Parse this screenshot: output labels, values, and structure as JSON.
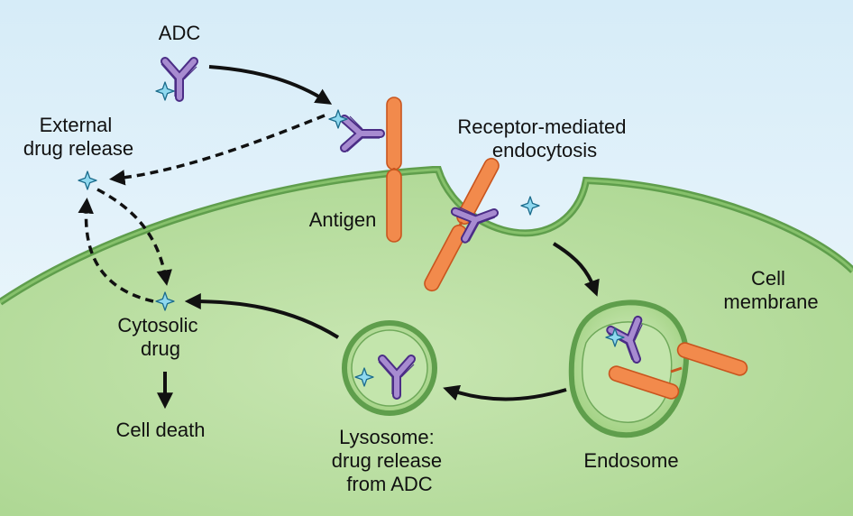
{
  "labels": {
    "adc": "ADC",
    "external_drug_release": [
      "External",
      "drug release"
    ],
    "receptor_mediated_endocytosis": [
      "Receptor-mediated",
      "endocytosis"
    ],
    "antigen": "Antigen",
    "cell_membrane": [
      "Cell",
      "membrane"
    ],
    "cytosolic_drug": [
      "Cytosolic",
      "drug"
    ],
    "cell_death": "Cell death",
    "lysosome": [
      "Lysosome:",
      "drug release",
      "from ADC"
    ],
    "endosome": "Endosome"
  },
  "colors": {
    "background_top": "#d6ecf8",
    "background_bottom": "#f4fafd",
    "cytoplasm": "#a9d58e",
    "cytoplasm_light": "#c8e6b2",
    "membrane": "#5f9e4c",
    "antibody_fill": "#a78bd0",
    "antibody_stroke": "#4b2d86",
    "antigen_fill": "#f28a4c",
    "antigen_stroke": "#c9551e",
    "drug_fill": "#8fd9f0",
    "drug_stroke": "#1c6c8c",
    "arrow": "#111111"
  },
  "icons": [
    "adc-antibody-icon",
    "drug-star-icon",
    "antigen-receptor-icon"
  ]
}
